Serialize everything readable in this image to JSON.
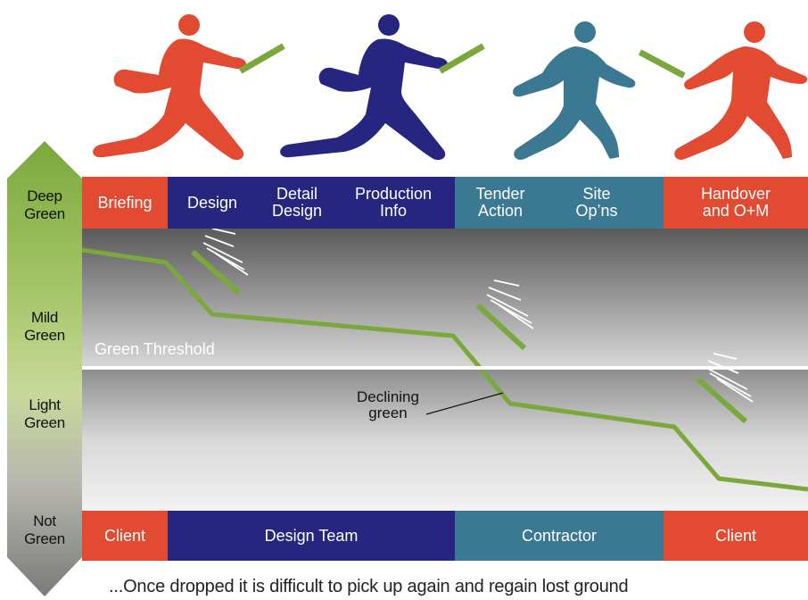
{
  "scale": {
    "levels": [
      "Deep\nGreen",
      "Mild\nGreen",
      "Light\nGreen",
      "Not\nGreen"
    ],
    "deep_green": "Deep",
    "deep_green_2": "Green",
    "mild_green": "Mild",
    "mild_green_2": "Green",
    "light_green": "Light",
    "light_green_2": "Green",
    "not_green": "Not",
    "not_green_2": "Green"
  },
  "phases": {
    "briefing": "Briefing",
    "design": "Design",
    "detail_design_1": "Detail",
    "detail_design_2": "Design",
    "production_info_1": "Production",
    "production_info_2": "Info",
    "tender_action_1": "Tender",
    "tender_action_2": "Action",
    "site_ops_1": "Site",
    "site_ops_2": "Op’ns",
    "handover_1": "Handover",
    "handover_2": "and O+M"
  },
  "owners": {
    "client_start": "Client",
    "design_team": "Design Team",
    "contractor": "Contractor",
    "client_end": "Client"
  },
  "threshold_label": "Green Threshold",
  "callout": {
    "line1": "Declining",
    "line2": "green"
  },
  "footer": "...Once dropped it is difficult to pick up again and regain lost ground",
  "colors": {
    "client": "#e24b32",
    "design_team": "#262680",
    "contractor": "#3b7891",
    "baton": "#7aa83c",
    "scale_top": "#7aa83c",
    "scale_bottom": "#8a8a8a"
  },
  "icons": [
    "runner-client-icon",
    "runner-design-team-icon",
    "runner-contractor-icon",
    "runner-client-receiving-icon",
    "baton-drop-icon"
  ]
}
